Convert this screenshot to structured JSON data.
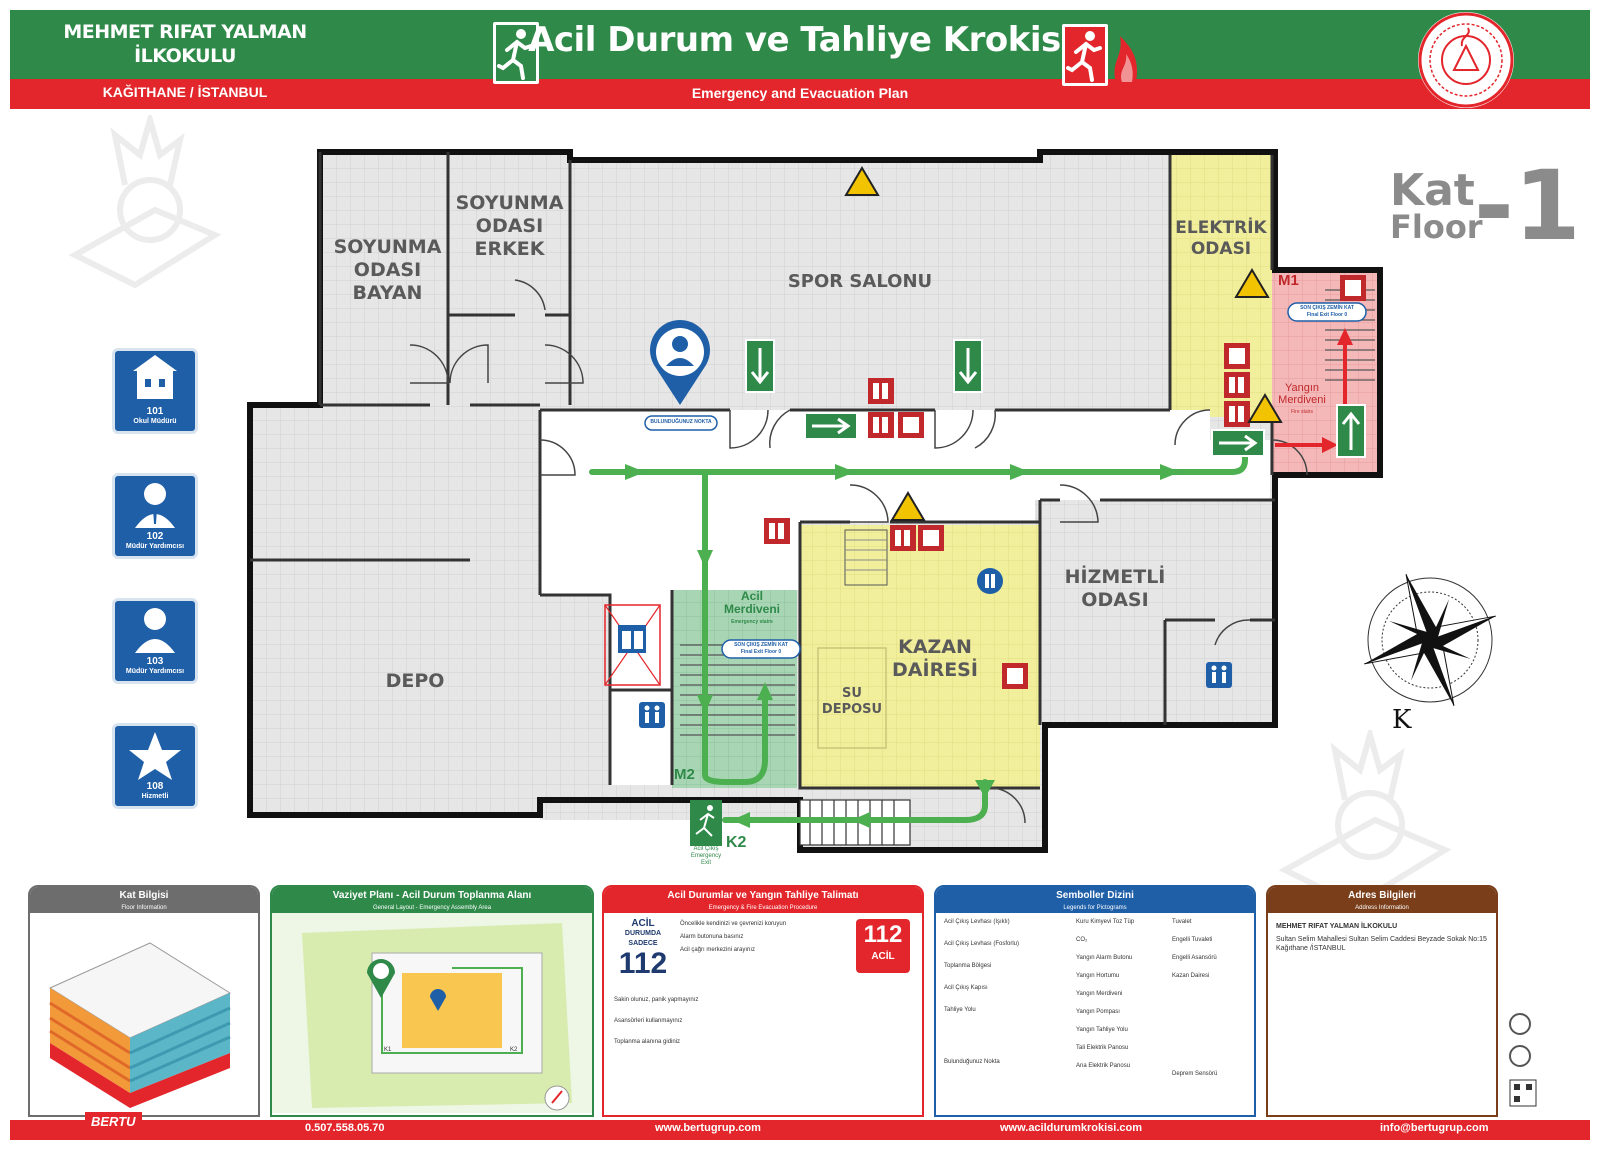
{
  "header": {
    "school_name_line1": "MEHMET RIFAT YALMAN",
    "school_name_line2": "İLKOKULU",
    "school_location": "KAĞITHANE / İSTANBUL",
    "title": "Acil Durum ve Tahliye Krokisi",
    "subtitle": "Emergency and Evacuation Plan"
  },
  "colors": {
    "green": "#2f8a4a",
    "red": "#e3262b",
    "blue": "#1f5fa8",
    "yellow": "#f2ef9c",
    "pink": "#f4b3b3",
    "route": "#4caf50"
  },
  "floor": {
    "kat": "Kat",
    "floor": "Floor",
    "number": "-1"
  },
  "rooms": {
    "soyunma_bayan": [
      "SOYUNMA",
      "ODASI",
      "BAYAN"
    ],
    "soyunma_erkek": [
      "SOYUNMA",
      "ODASI",
      "ERKEK"
    ],
    "spor_salonu": "SPOR SALONU",
    "elektrik": [
      "ELEKTRİK",
      "ODASI"
    ],
    "depo": "DEPO",
    "kazan": [
      "KAZAN",
      "DAİRESİ"
    ],
    "su_deposu": [
      "SU",
      "DEPOSU"
    ],
    "hizmetli": [
      "HİZMETLİ",
      "ODASI"
    ],
    "acil_merdiveni": [
      "Acil",
      "Merdiveni"
    ],
    "acil_merdiveni_en": "Emergency stairs",
    "yangin_merdiveni": [
      "Yangın",
      "Merdiveni"
    ],
    "yangin_merdiveni_en": "Fire stairs",
    "m1": "M1",
    "m2": "M2",
    "k2": "K2",
    "son_cikis_1": "SON ÇIKIŞ ZEMİN KAT",
    "son_cikis_1_en": "Final Exit Floor 0",
    "son_cikis_2": "SON ÇIKIŞ ZEMİN KAT",
    "son_cikis_2_en": "Final Exit Floor 0",
    "you_are_here": "BULUNDUĞUNUZ NOKTA",
    "acil_cikis": "Acil Çıkış",
    "acil_cikis_en": "Emergency Exit"
  },
  "compass_label": "K",
  "cards": [
    {
      "icon": "school-building-icon",
      "number": "101",
      "label": "Okul Müdürü"
    },
    {
      "icon": "person-suit-icon",
      "number": "102",
      "label": "Müdür Yardımcısı"
    },
    {
      "icon": "person-icon",
      "number": "103",
      "label": "Müdür Yardımcısı"
    },
    {
      "icon": "star-icon",
      "number": "108",
      "label": "Hizmetli"
    }
  ],
  "panels": {
    "kat_bilgisi": {
      "title": "Kat Bilgisi",
      "subtitle": "Floor Information",
      "color": "#6d6d6d"
    },
    "vaziyet": {
      "title": "Vaziyet Planı - Acil Durum Toplanma Alanı",
      "subtitle": "General Layout - Emergency Assembly Area",
      "color": "#2f8a4a",
      "k1": "K1",
      "k2": "K2"
    },
    "yangin": {
      "title": "Acil Durumlar ve Yangın Tahliye Talimatı",
      "subtitle": "Emergency & Fire Evacuation Procedure",
      "color": "#e3262b",
      "acil": "ACİL",
      "durumda": "DURUMDA",
      "sadece": "SADECE",
      "num": "112",
      "acil2": "ACİL",
      "lines": [
        "Öncelikle kendinizi ve çevrenizi koruyun",
        "Alarm butonuna basınız",
        "Acil çağrı merkezini arayınız",
        "Sakin olunuz, panik yapmayınız",
        "Asansörleri kullanmayınız",
        "Toplanma alanına gidiniz"
      ]
    },
    "semboller": {
      "title": "Semboller Dizini",
      "subtitle": "Legends for Pictograms",
      "color": "#1f5fa8",
      "items": [
        "Acil Çıkış Levhası (Işıklı)",
        "Acil Çıkış Levhası (Fosforlu)",
        "Toplanma Bölgesi",
        "Acil Çıkış Kapısı",
        "Tahliye Yolu",
        "Bulunduğunuz Nokta",
        "Kuru Kimyevi Toz Tüp",
        "CO₂",
        "Yangın Alarm Butonu",
        "Yangın Hortumu",
        "Yangın Merdiveni",
        "Yangın Pompası",
        "Yangın Tahliye Yolu",
        "Tali Elektrik Panosu",
        "Ana Elektrik Panosu",
        "Tuvalet",
        "Engelli Tuvaleti",
        "Engelli Asansörü",
        "Kazan Dairesi",
        "Deprem Sensörü"
      ]
    },
    "adres": {
      "title": "Adres Bilgileri",
      "subtitle": "Address Information",
      "color": "#7a3e1a",
      "name": "MEHMET RIFAT YALMAN İLKOKULU",
      "address": "Sultan Selim Mahallesi Sultan Selim Caddesi Beyzade Sokak No:15 Kağıthane /İSTANBUL"
    }
  },
  "footer": {
    "brand": "BERTU",
    "phone": "0.507.558.05.70",
    "web1": "www.bertugrup.com",
    "web2": "www.acildurumkrokisi.com",
    "email": "info@bertugrup.com"
  }
}
